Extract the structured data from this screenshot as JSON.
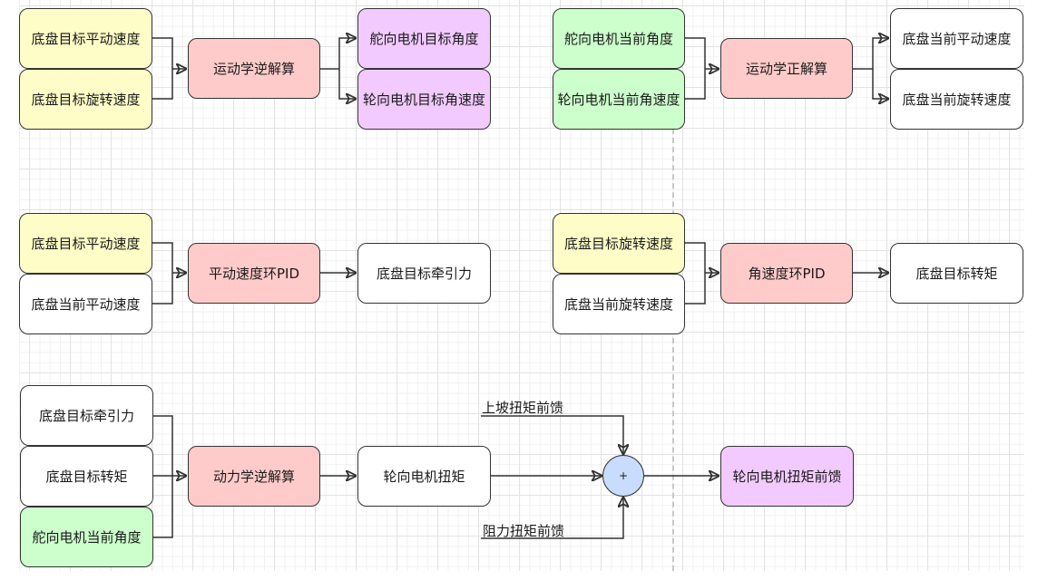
{
  "diagram": {
    "kinematics_inverse": {
      "inputs": [
        "底盘目标平动速度",
        "底盘目标旋转速度"
      ],
      "process": "运动学逆解算",
      "outputs": [
        "舵向电机目标角度",
        "轮向电机目标角速度"
      ]
    },
    "kinematics_forward": {
      "inputs": [
        "舵向电机当前角度",
        "轮向电机当前角速度"
      ],
      "process": "运动学正解算",
      "outputs": [
        "底盘当前平动速度",
        "底盘当前旋转速度"
      ]
    },
    "translation_pid": {
      "inputs": [
        "底盘目标平动速度",
        "底盘当前平动速度"
      ],
      "process": "平动速度环PID",
      "output": "底盘目标牵引力"
    },
    "angular_pid": {
      "inputs": [
        "底盘目标旋转速度",
        "底盘当前旋转速度"
      ],
      "process": "角速度环PID",
      "output": "底盘目标转矩"
    },
    "dynamics_inverse": {
      "inputs": [
        "底盘目标牵引力",
        "底盘目标转矩",
        "舵向电机当前角度"
      ],
      "process": "动力学逆解算",
      "output": "轮向电机扭矩",
      "sum_symbol": "+",
      "feedforward_labels": [
        "上坡扭矩前馈",
        "阻力扭矩前馈"
      ],
      "final_output": "轮向电机扭矩前馈"
    }
  },
  "colors": {
    "target_input": "#fffdc7",
    "process": "#ffcbca",
    "motor_target": "#f2caff",
    "measured": "#ccffcb",
    "neutral": "#ffffff",
    "sum_node": "#c9dcfd"
  }
}
